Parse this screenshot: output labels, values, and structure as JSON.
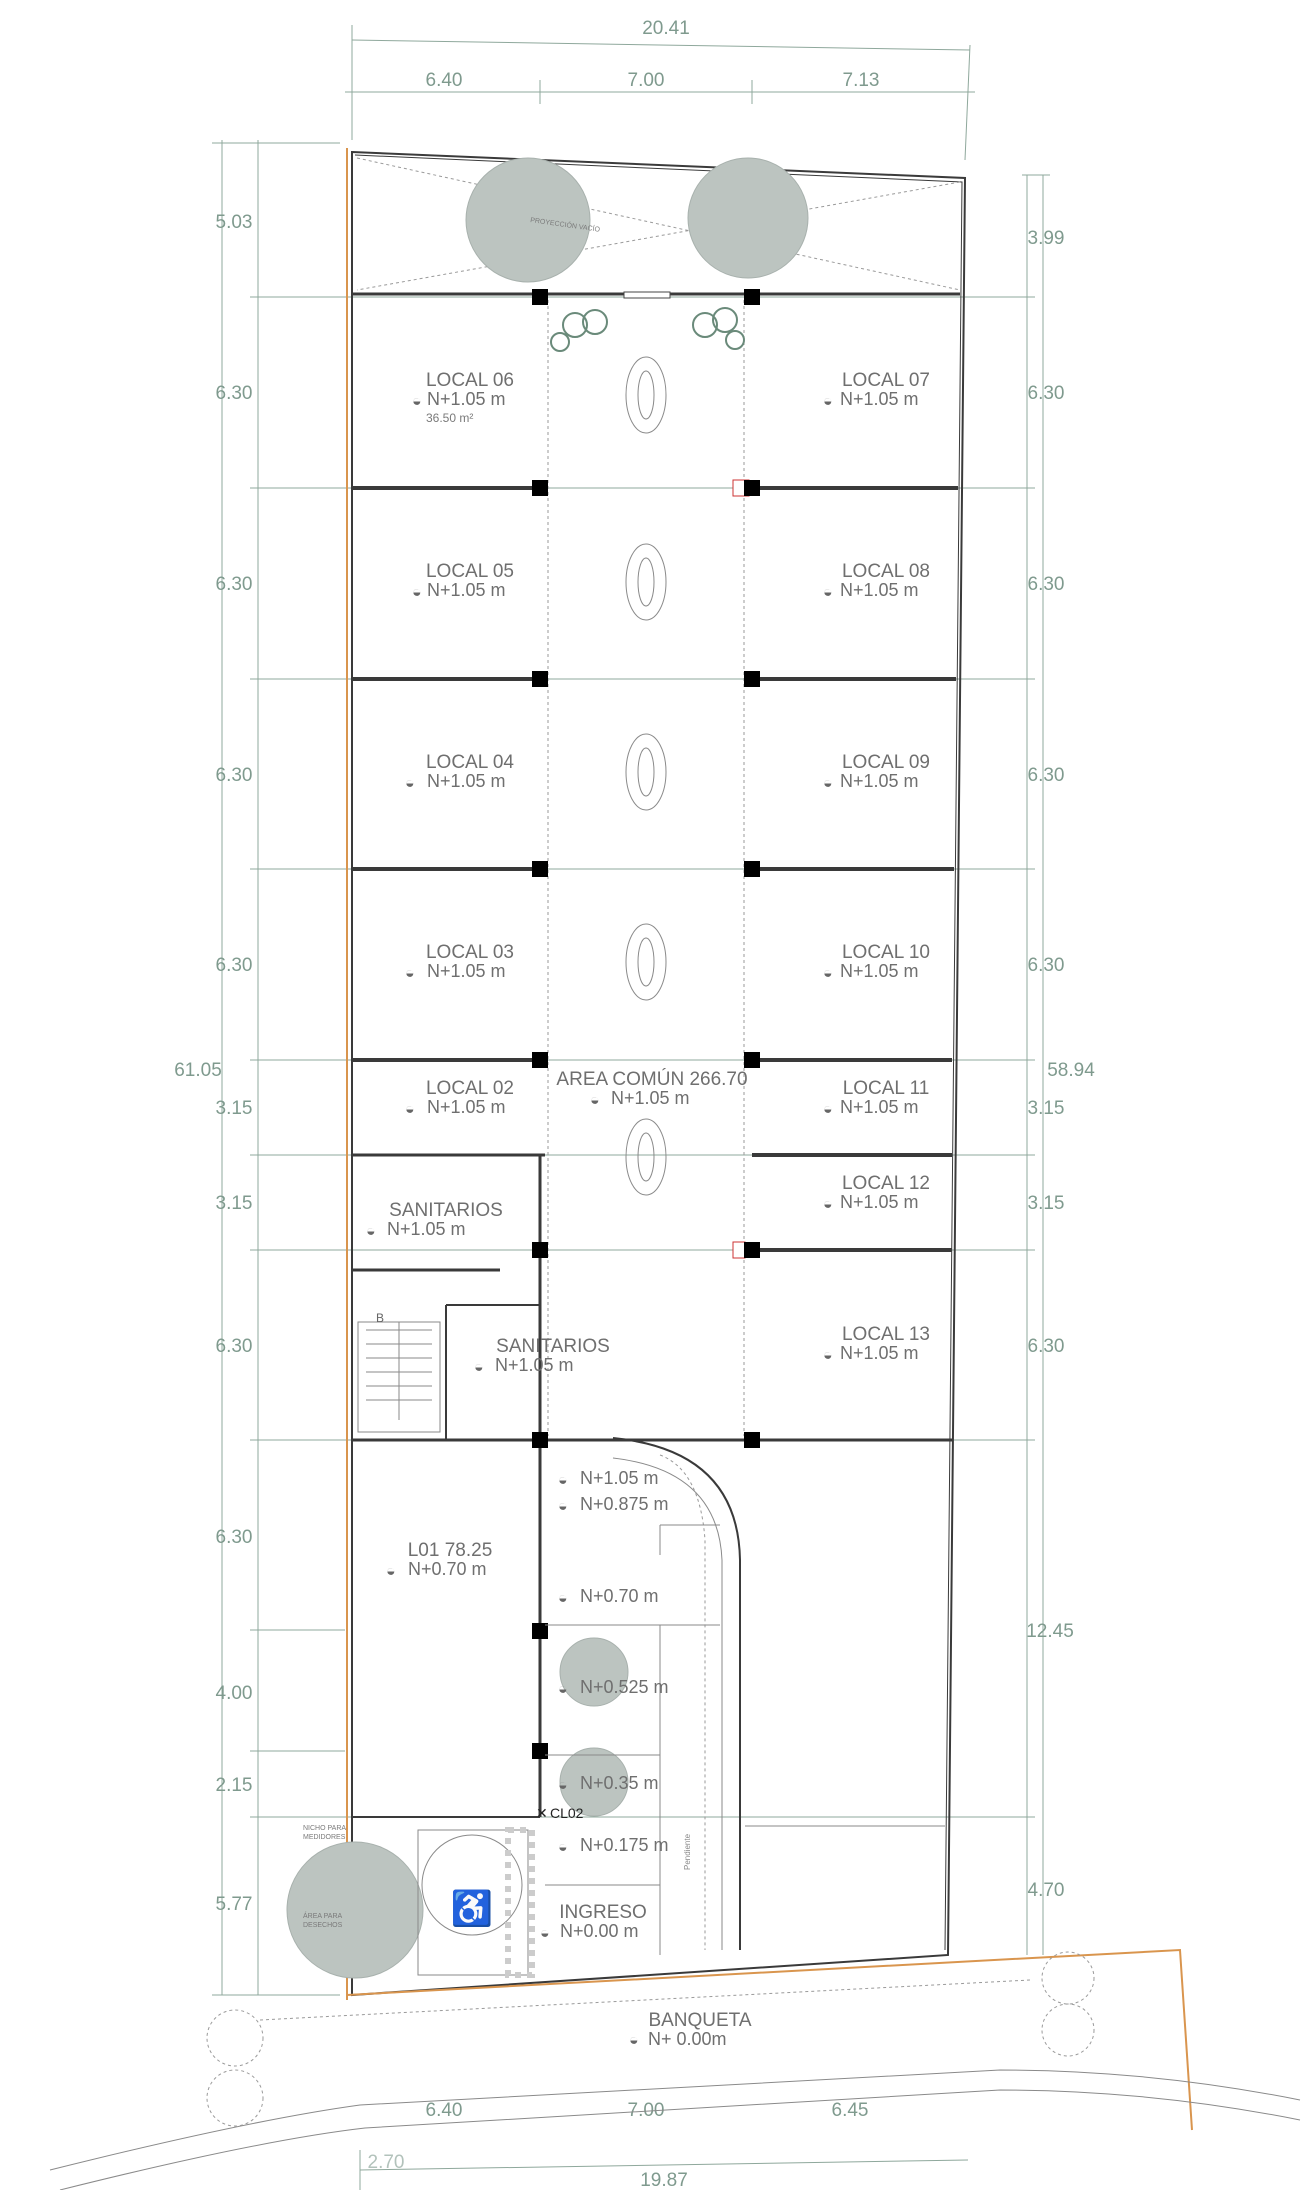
{
  "dimensions": {
    "top_total": "20.41",
    "top_segments": [
      "6.40",
      "7.00",
      "7.13"
    ],
    "left_total": "61.05",
    "left_segments": [
      "5.03",
      "6.30",
      "6.30",
      "6.30",
      "6.30",
      "3.15",
      "3.15",
      "6.30",
      "6.30",
      "4.00",
      "2.15",
      "5.77"
    ],
    "right_total": "58.94",
    "right_segments": [
      "3.99",
      "6.30",
      "6.30",
      "6.30",
      "6.30",
      "3.15",
      "3.15",
      "6.30",
      "12.45",
      "4.70"
    ],
    "bottom_segments": [
      "6.40",
      "7.00",
      "6.45"
    ],
    "bottom_total": "19.87",
    "bottom_extra": "2.70"
  },
  "locales": [
    {
      "name": "LOCAL 06",
      "level": "N+1.05 m",
      "area": "36.50 m²"
    },
    {
      "name": "LOCAL 07",
      "level": "N+1.05 m"
    },
    {
      "name": "LOCAL 05",
      "level": "N+1.05 m"
    },
    {
      "name": "LOCAL 08",
      "level": "N+1.05 m"
    },
    {
      "name": "LOCAL 04",
      "level": "N+1.05 m"
    },
    {
      "name": "LOCAL 09",
      "level": "N+1.05 m"
    },
    {
      "name": "LOCAL 03",
      "level": "N+1.05 m"
    },
    {
      "name": "LOCAL 10",
      "level": "N+1.05 m"
    },
    {
      "name": "LOCAL 02",
      "level": "N+1.05 m"
    },
    {
      "name": "LOCAL 11",
      "level": "N+1.05 m"
    },
    {
      "name": "LOCAL 12",
      "level": "N+1.05 m"
    },
    {
      "name": "LOCAL 13",
      "level": "N+1.05 m"
    }
  ],
  "area_comun": {
    "name": "AREA COMÚN 266.70",
    "level": "N+1.05 m"
  },
  "sanitarios_1": {
    "name": "SANITARIOS",
    "level": "N+1.05 m"
  },
  "sanitarios_2": {
    "name": "SANITARIOS",
    "level": "N+1.05 m"
  },
  "l01": {
    "name": "L01 78.25",
    "level": "N+0.70 m"
  },
  "ramp_levels": [
    "N+1.05 m",
    "N+0.875 m",
    "N+0.70 m",
    "N+0.525 m",
    "N+0.35 m",
    "N+0.175 m"
  ],
  "cl02": "CL02",
  "ingreso": {
    "name": "INGRESO",
    "level": "N+0.00 m"
  },
  "banqueta": {
    "name": "BANQUETA",
    "level": "N+ 0.00m"
  },
  "notes": {
    "proyeccion": "PROYECCIÓN VACÍO",
    "nicho": [
      "NICHO PARA",
      "MEDIDORES"
    ],
    "area_desechos": [
      "ÁREA PARA",
      "DESECHOS"
    ],
    "stair_b": "B",
    "pendiente": "Pendiente"
  }
}
